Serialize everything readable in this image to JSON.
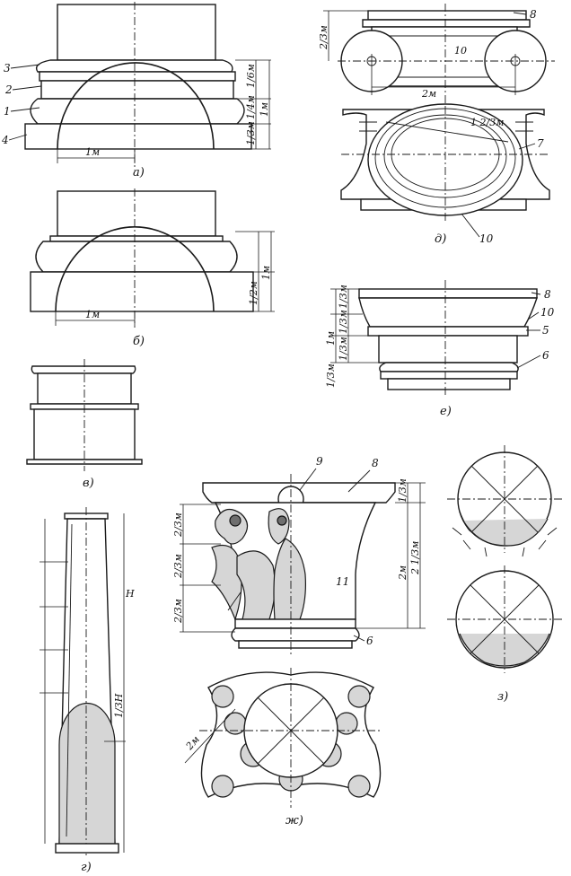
{
  "labels": {
    "a": "а)",
    "b": "б)",
    "v": "в)",
    "g": "г)",
    "d": "д)",
    "e": "е)",
    "zh": "ж)",
    "z": "з)"
  },
  "dims": {
    "a_1m": "1м",
    "a_16m": "1/6м",
    "a_14m": "1/4м",
    "a_13m": "1/3м",
    "a_1m_v": "1м",
    "b_1m": "1м",
    "b_12m": "1/2м",
    "b_1m_v": "1м",
    "g_H": "H",
    "g_13H": "1/3H",
    "d_23m": "2/3м",
    "d_10": "10",
    "d_2m": "2м",
    "d_123m": "1 2/3м",
    "e_1m": "1м",
    "e_13m_a": "1/3м",
    "e_13m_b": "1/3м",
    "e_13m_c": "1/3м",
    "e_13m_d": "1/3м",
    "zh_23m_a": "2/3м",
    "zh_23m_b": "2/3м",
    "zh_23m_c": "2/3м",
    "zh_13m": "1/3м",
    "zh_2m": "2м",
    "zh_213m": "2 1/3м",
    "zh_2m_plan": "2м"
  },
  "parts": {
    "p1": "1",
    "p2": "2",
    "p3": "3",
    "p4": "4",
    "p5": "5",
    "p6": "6",
    "p7": "7",
    "p8_d": "8",
    "p8_e": "8",
    "p8_zh": "8",
    "p9": "9",
    "p10_d": "10",
    "p10_d2": "10",
    "p10_e": "10",
    "p11": "11",
    "p6_zh": "6"
  }
}
